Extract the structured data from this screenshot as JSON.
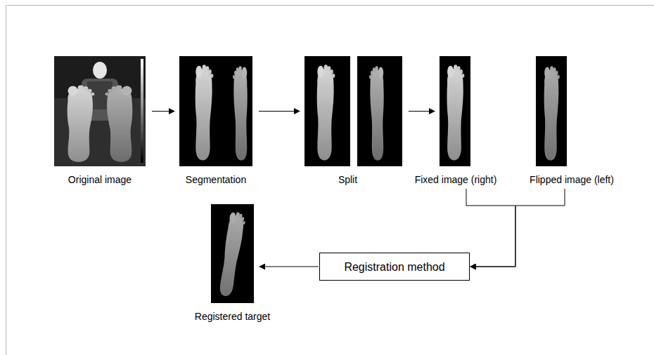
{
  "diagram": {
    "nodes": [
      {
        "text": [
          "Original image"
        ]
      },
      {
        "text": [
          "Segmentation"
        ]
      },
      {
        "text": [
          "Split"
        ]
      },
      {
        "text": [
          "Fixed image (right)"
        ]
      },
      {
        "text": [
          "Flipped image (left)"
        ]
      },
      {
        "text": [
          "Registration method"
        ]
      },
      {
        "text": [
          "Registered target"
        ]
      }
    ],
    "edges": [
      {
        "from": 0,
        "to": 1,
        "arrow": "to"
      },
      {
        "from": 1,
        "to": 2,
        "arrow": "to"
      },
      {
        "from": 2,
        "to": 3,
        "arrow": "to"
      },
      {
        "from": 3,
        "to": 5,
        "arrow": "to"
      },
      {
        "from": 4,
        "to": 5,
        "arrow": "to"
      },
      {
        "from": 5,
        "to": 6,
        "arrow": "to"
      }
    ]
  }
}
